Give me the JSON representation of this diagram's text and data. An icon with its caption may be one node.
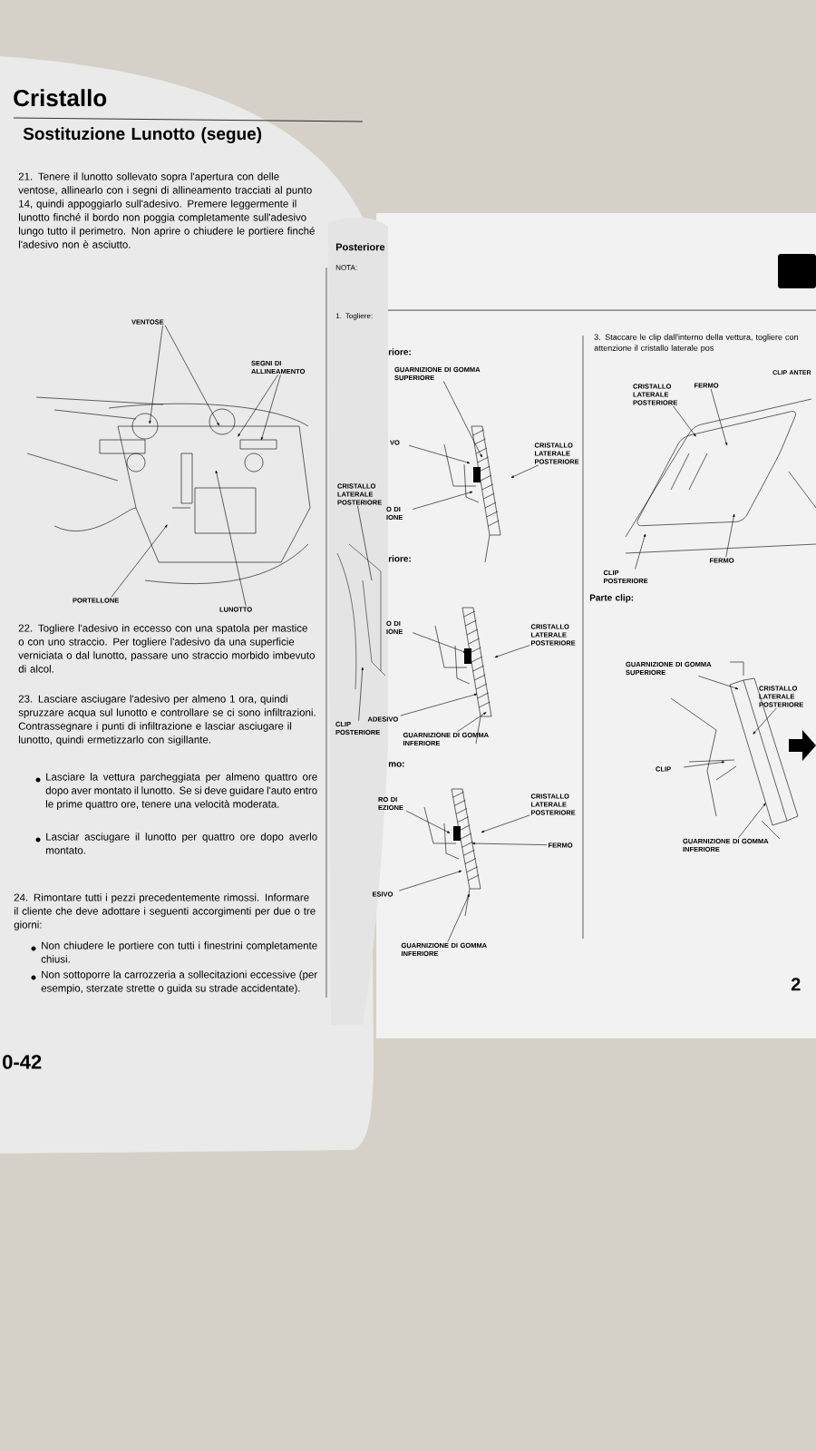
{
  "diagram": {
    "title": "Cristallo",
    "nodes": [
      {
        "text": [
          "VENTOSE"
        ]
      },
      {
        "text": [
          "SEGNI DI ALLINEAMENTO"
        ]
      },
      {
        "text": [
          "PORTELLONE"
        ]
      },
      {
        "text": [
          "LUNOTTO"
        ]
      },
      {
        "text": [
          "GUARNIZIONE DI GOMMA SUPERIORE"
        ]
      },
      {
        "text": [
          "VO"
        ]
      },
      {
        "text": [
          "CRISTALLO LATERALE POSTERIORE"
        ]
      },
      {
        "text": [
          "O DI IONE"
        ]
      },
      {
        "text": [
          "CRISTALLO LATERALE POSTERIORE"
        ]
      },
      {
        "text": [
          "CLIP POSTERIORE"
        ]
      },
      {
        "text": [
          "O DI IONE"
        ]
      },
      {
        "text": [
          "CRISTALLO LATERALE POSTERIORE"
        ]
      },
      {
        "text": [
          "ADESIVO"
        ]
      },
      {
        "text": [
          "GUARNIZIONE DI GOMMA INFERIORE"
        ]
      },
      {
        "text": [
          "RO DI EZIONE"
        ]
      },
      {
        "text": [
          "CRISTALLO LATERALE POSTERIORE"
        ]
      },
      {
        "text": [
          "FERMO"
        ]
      },
      {
        "text": [
          "ESIVO"
        ]
      },
      {
        "text": [
          "GUARNIZIONE DI GOMMA INFERIORE"
        ]
      },
      {
        "text": [
          "CRISTALLO LATERALE POSTERIORE"
        ]
      },
      {
        "text": [
          "FERMO"
        ]
      },
      {
        "text": [
          "CLIP POSTERIORE"
        ]
      },
      {
        "text": [
          "FERMO"
        ]
      },
      {
        "text": [
          "GUARNIZIONE DI GOMMA SUPERIORE"
        ]
      },
      {
        "text": [
          "CRISTALLO LATERALE POSTERIORE"
        ]
      },
      {
        "text": [
          "CLIP"
        ]
      },
      {
        "text": [
          "GUARNIZIONE DI GOMMA INFERIORE"
        ]
      },
      {
        "text": [],
        "shape": "picture"
      },
      {
        "text": [],
        "shape": "picture"
      },
      {
        "text": [],
        "shape": "picture"
      },
      {
        "text": [],
        "shape": "picture"
      },
      {
        "text": [],
        "shape": "picture"
      },
      {
        "text": [],
        "shape": "picture"
      },
      {
        "text": [],
        "shape": "picture"
      }
    ],
    "edges": [
      {
        "from": 0,
        "to": 27,
        "arrow": "to"
      },
      {
        "from": 0,
        "to": 27,
        "arrow": "to"
      },
      {
        "from": 1,
        "to": 27,
        "arrow": "to"
      },
      {
        "from": 1,
        "to": 27,
        "arrow": "to"
      },
      {
        "from": 2,
        "to": 27,
        "arrow": "to"
      },
      {
        "from": 3,
        "to": 27,
        "arrow": "to"
      },
      {
        "from": 4,
        "to": 28,
        "arrow": "to"
      },
      {
        "from": 5,
        "to": 28,
        "arrow": "to"
      },
      {
        "from": 6,
        "to": 28,
        "arrow": "to"
      },
      {
        "from": 7,
        "to": 28,
        "arrow": "to"
      },
      {
        "from": 8,
        "to": 31,
        "arrow": "none"
      },
      {
        "from": 9,
        "to": 31,
        "arrow": "to"
      },
      {
        "from": 10,
        "to": 29,
        "arrow": "to"
      },
      {
        "from": 11,
        "to": 29,
        "arrow": "to"
      },
      {
        "from": 12,
        "to": 29,
        "arrow": "to"
      },
      {
        "from": 13,
        "to": 29,
        "arrow": "to"
      },
      {
        "from": 14,
        "to": 30,
        "arrow": "to"
      },
      {
        "from": 15,
        "to": 30,
        "arrow": "to"
      },
      {
        "from": 16,
        "to": 30,
        "arrow": "to"
      },
      {
        "from": 17,
        "to": 30,
        "arrow": "to"
      },
      {
        "from": 18,
        "to": 30,
        "arrow": "to"
      },
      {
        "from": 19,
        "to": 32,
        "arrow": "to"
      },
      {
        "from": 20,
        "to": 32,
        "arrow": "to"
      },
      {
        "from": 21,
        "to": 32,
        "arrow": "to"
      },
      {
        "from": 22,
        "to": 32,
        "arrow": "to"
      },
      {
        "from": 23,
        "to": 33,
        "arrow": "to"
      },
      {
        "from": 24,
        "to": 33,
        "arrow": "to"
      },
      {
        "from": 25,
        "to": 33,
        "arrow": "to"
      },
      {
        "from": 26,
        "to": 33,
        "arrow": "to"
      }
    ],
    "labels": [
      "Sostituzione Lunotto (segue)",
      "21. Tenere il lunotto sollevato sopra l'apertura con delle ventose, allinearlo con i segni di allineamento tracciati al punto 14, quindi appoggiarlo sull'adesivo. Premere leggermente il lunotto finché il bordo non poggia completamente sull'adesivo lungo tutto il perimetro. Non aprire o chiudere le portiere finché l'adesivo non è asciutto.",
      "22. Togliere l'adesivo in eccesso con una spatola per mastice o con uno straccio. Per togliere l'adesivo da una superficie verniciata o dal lunotto, passare uno straccio morbido imbevuto di alcol.",
      "23. Lasciare asciugare l'adesivo per almeno 1 ora, quindi spruzzare acqua sul lunotto e controllare se ci sono infiltrazioni. Contrassegnare i punti di infiltrazione e lasciar asciugare il lunotto, quindi ermetizzarlo con sigillante.",
      "Lasciare la vettura parcheggiata per almeno quattro ore dopo aver montato il lunotto. Se si deve guidare l'auto entro le prime quattro ore, tenere una velocità moderata.",
      "Lasciar asciugare il lunotto per quattro ore dopo averlo montato.",
      "24. Rimontare tutti i pezzi precedentemente rimossi. Informare il cliente che deve adottare i seguenti accorgimenti per due o tre giorni:",
      "Non chiudere le portiere con tutti i finestrini completamente chiusi.",
      "Non sottoporre la carrozzeria a sollecitazioni eccessive (per esempio, sterzate strette o guida su strade accidentate).",
      "0-42",
      "Posteriore",
      "NOTA:",
      "1. Togliere:",
      "riore:",
      "riore:",
      "mo:",
      "3. Staccare le clip dall'interno della vettura, togliere con attenzione il cristallo laterale pos",
      "CLIP ANTER",
      "Parte clip:",
      "2"
    ]
  }
}
